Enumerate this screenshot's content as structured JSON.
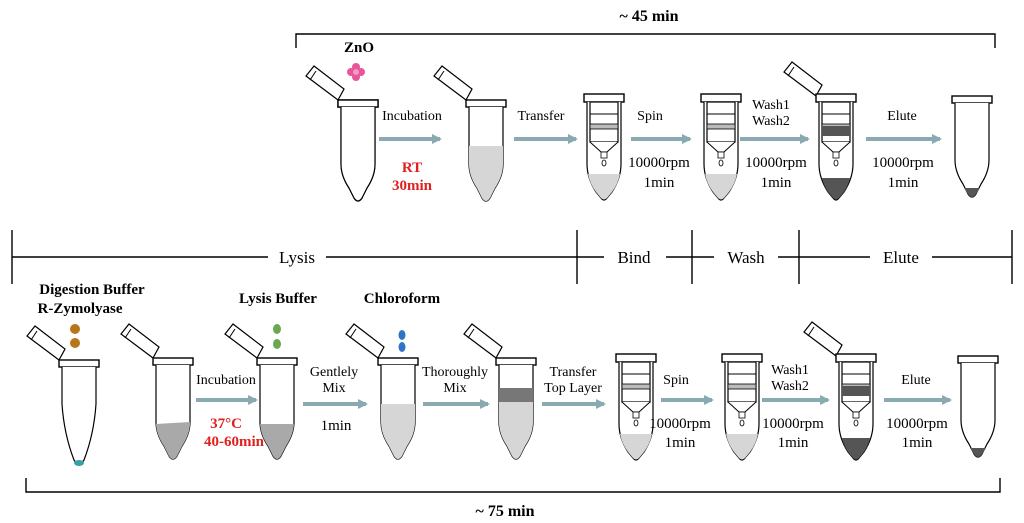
{
  "top": {
    "duration": "~ 45 min",
    "reagent": "ZnO",
    "step1": {
      "label": "Incubation",
      "cond1": "RT",
      "cond2": "30min"
    },
    "step2": {
      "label": "Transfer"
    },
    "step3": {
      "label": "Spin",
      "cond1": "10000rpm",
      "cond2": "1min"
    },
    "step4": {
      "label1": "Wash1",
      "label2": "Wash2",
      "cond1": "10000rpm",
      "cond2": "1min"
    },
    "step5": {
      "label": "Elute",
      "cond1": "10000rpm",
      "cond2": "1min"
    }
  },
  "stages": {
    "lysis": "Lysis",
    "bind": "Bind",
    "wash": "Wash",
    "elute": "Elute"
  },
  "bottom": {
    "duration": "~ 75 min",
    "reagent1_line1": "Digestion Buffer",
    "reagent1_line2": "R-Zymolyase",
    "reagent2": "Lysis Buffer",
    "reagent3": "Chloroform",
    "step1": {
      "label": "Incubation",
      "cond1": "37°C",
      "cond2": "40-60min"
    },
    "step2": {
      "label1": "Gentlely",
      "label2": "Mix",
      "cond": "1min"
    },
    "step3": {
      "label1": "Thoroughly",
      "label2": "Mix"
    },
    "step4": {
      "label1": "Transfer",
      "label2": "Top Layer"
    },
    "step5": {
      "label": "Spin",
      "cond1": "10000rpm",
      "cond2": "1min"
    },
    "step6": {
      "label1": "Wash1",
      "label2": "Wash2",
      "cond1": "10000rpm",
      "cond2": "1min"
    },
    "step7": {
      "label": "Elute",
      "cond1": "10000rpm",
      "cond2": "1min"
    }
  },
  "colors": {
    "arrow": "#88aab0",
    "red_text": "#e0201e",
    "zno": "#e8559a",
    "digestion_dot": "#b8761a",
    "lysis_dot": "#6aa84f",
    "chloroform_dot": "#2f74c8",
    "liquid": "#c4c4c4",
    "pellet": "#555555",
    "blue_drop": "#3aa0a8"
  }
}
